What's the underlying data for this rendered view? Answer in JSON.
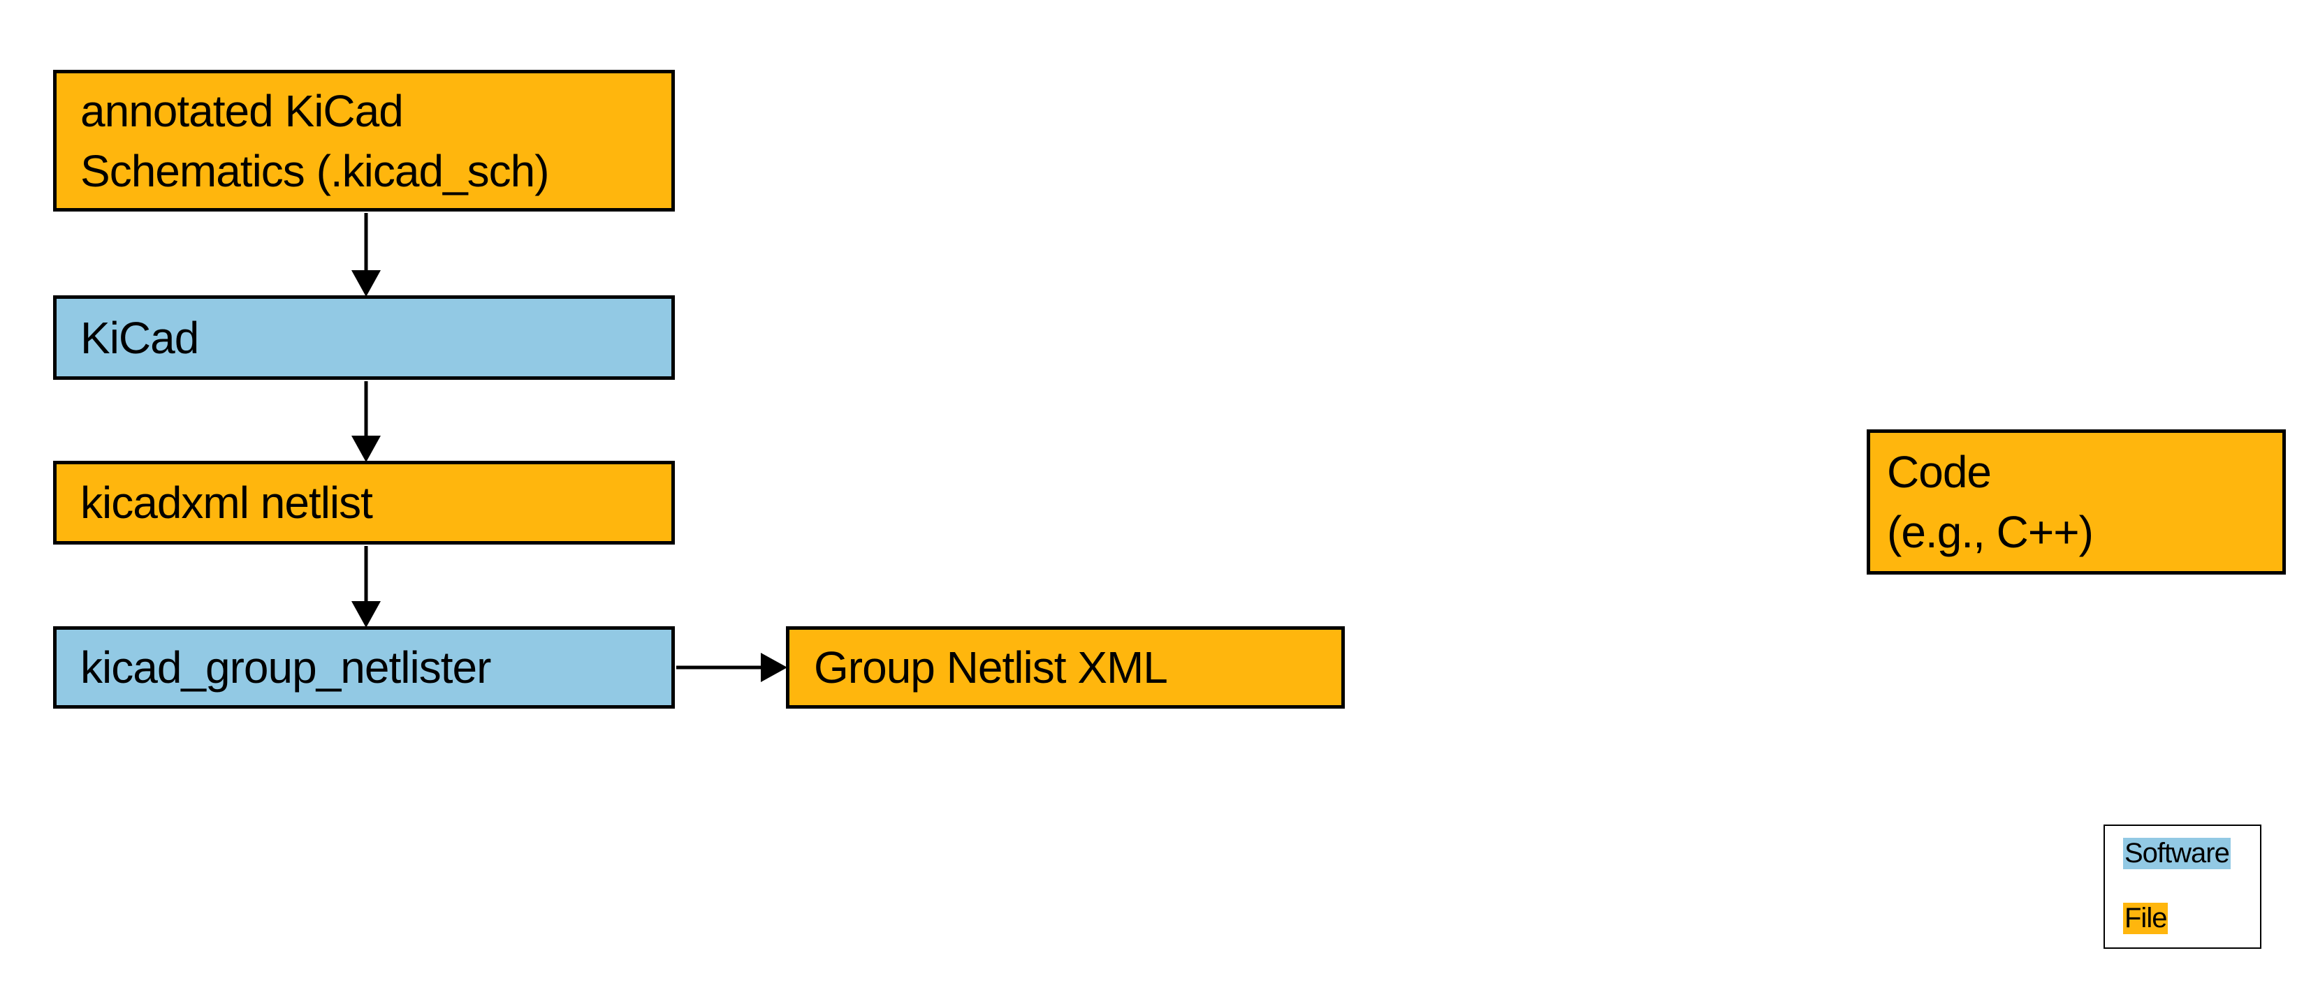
{
  "colors": {
    "software": "#92C9E4",
    "file": "#FFB60D",
    "border": "#000000",
    "arrow": "#000000",
    "background": "#FFFFFF"
  },
  "nodes": {
    "annotated_schematics": {
      "type": "file",
      "lines": [
        "annotated KiCad",
        "Schematics (.kicad_sch)"
      ]
    },
    "kicad": {
      "type": "software",
      "label": "KiCad"
    },
    "kicadxml_netlist": {
      "type": "file",
      "label": "kicadxml netlist"
    },
    "kicad_group_netlister": {
      "type": "software",
      "label": "kicad_group_netlister"
    },
    "group_netlist_xml": {
      "type": "file",
      "label": "Group Netlist XML"
    },
    "code": {
      "type": "file",
      "lines": [
        "Code",
        "(e.g., C++)"
      ]
    }
  },
  "edges": [
    {
      "from": "annotated_schematics",
      "to": "kicad",
      "direction": "down"
    },
    {
      "from": "kicad",
      "to": "kicadxml_netlist",
      "direction": "down"
    },
    {
      "from": "kicadxml_netlist",
      "to": "kicad_group_netlister",
      "direction": "down"
    },
    {
      "from": "kicad_group_netlister",
      "to": "group_netlist_xml",
      "direction": "right"
    }
  ],
  "legend": {
    "items": [
      {
        "label": "Software",
        "color": "#92C9E4"
      },
      {
        "label": "File",
        "color": "#FFB60D"
      }
    ]
  }
}
